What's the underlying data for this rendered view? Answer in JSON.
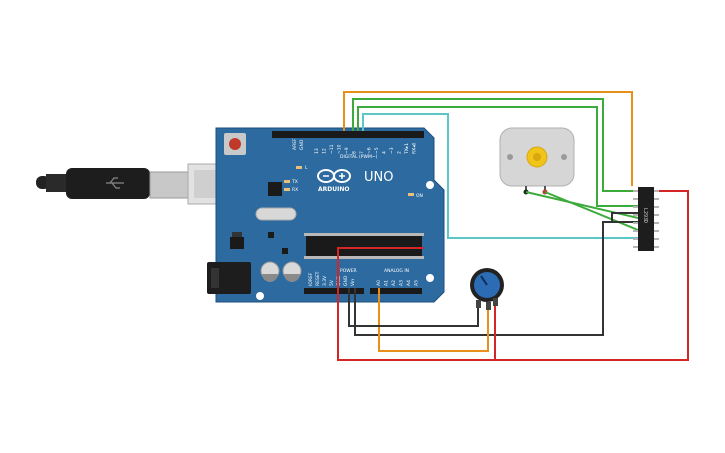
{
  "board": {
    "logo_text": "ARDUINO",
    "model": "UNO",
    "digital_header": "DIGITAL (PWM~)",
    "power_header": "POWER",
    "analog_header": "ANALOG IN",
    "on_label": "ON",
    "tx_label": "TX",
    "rx_label": "RX",
    "l_label": "L",
    "aref_label": "AREF",
    "gnd_label": "GND",
    "digital_pins": [
      "13",
      "12",
      "~11",
      "~10",
      "~9",
      "8",
      "7",
      "~6",
      "~5",
      "4",
      "~3",
      "2",
      "TX▸1",
      "RX◂0"
    ],
    "power_pins": [
      "IOREF",
      "RESET",
      "3.3V",
      "5V",
      "GND",
      "GND",
      "Vin"
    ],
    "analog_pins": [
      "A0",
      "A1",
      "A2",
      "A3",
      "A4",
      "A5"
    ]
  },
  "driver_chip": {
    "label": "L293D"
  },
  "components": {
    "usb_cable": "usb-cable",
    "dc_motor": "dc-motor",
    "potentiometer": "potentiometer"
  },
  "colors": {
    "board": "#2c6aa0",
    "wire_orange": "#e8901a",
    "wire_green": "#3cab3c",
    "wire_teal": "#5cc7c7",
    "wire_red": "#d42626",
    "wire_black": "#333333"
  }
}
